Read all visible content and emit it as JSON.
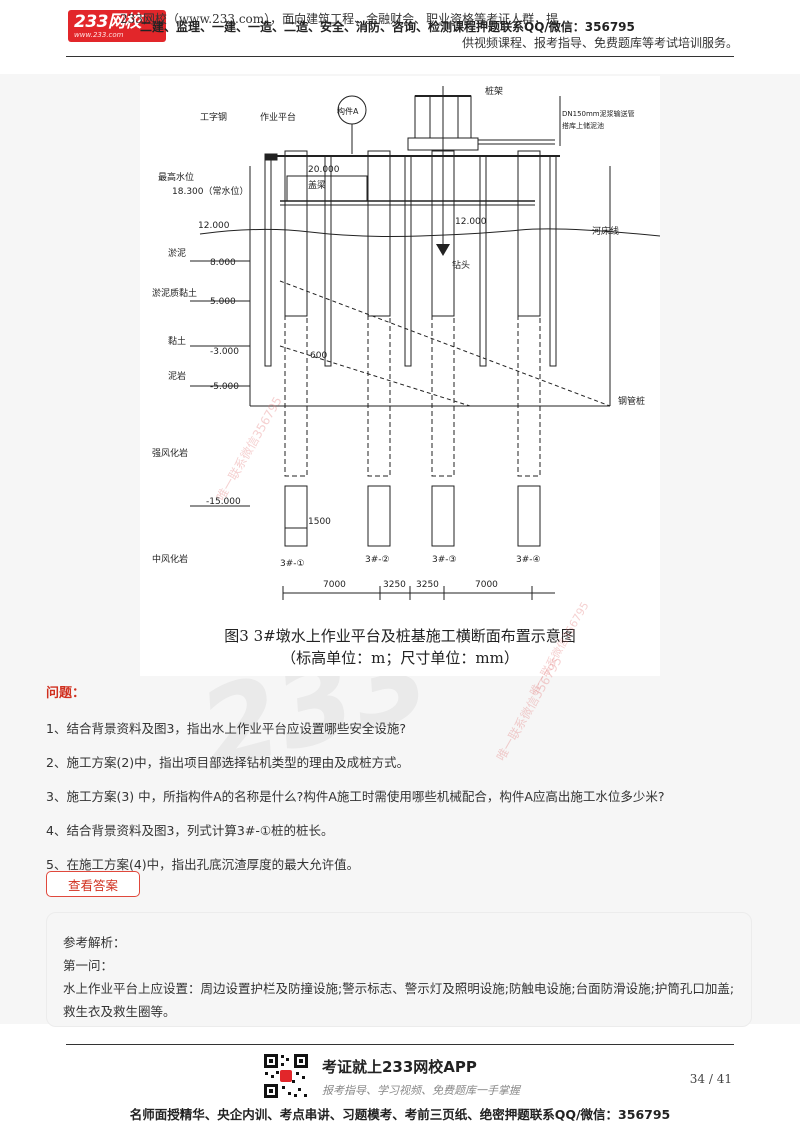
{
  "header": {
    "logo_main": "233网校",
    "logo_sub": "www.233.com",
    "line1": "233网校（www.233.com），面向建筑工程、金融财会、职业资格等考证人群，提",
    "line1_overlay": "二建、监理、一建、一造、二造、安全、消防、咨询、检测课程押题联系QQ/微信：356795",
    "line2": "供视频课程、报考指导、免费题库等考试培训服务。"
  },
  "figure": {
    "caption_line1": "图3  3#墩水上作业平台及桩基施工横断面布置示意图",
    "caption_line2": "（标高单位：m；尺寸单位：mm）",
    "labels": {
      "gongzigang": "工字钢",
      "zuoye_pingtai": "作业平台",
      "goujian_a": "构件A",
      "zhuangjia": "桩架",
      "pipe": "DN150mm泥浆输送管",
      "pipe2": "搭库上储泥池",
      "zuigao_shuiwei": "最高水位",
      "changshuiwei": "18.300（常水位）",
      "elev_20": "20.000",
      "dan_ceng": "盖梁",
      "elev_12a": "12.000",
      "elev_12b": "12.000",
      "heichuang": "河床线",
      "yuni": "淤泥",
      "elev_8": "8.000",
      "yunizhi": "淤泥质黏土",
      "elev_5": "5.000",
      "zuantou": "钻头",
      "niantu": "黏土",
      "elev_m3": "-3.000",
      "dim_600": "600",
      "niyan": "泥岩",
      "elev_m5": "-5.000",
      "gangguanzhuang": "钢管桩",
      "qiangfeng": "强风化岩",
      "elev_m15": "-15.000",
      "dim_1500": "1500",
      "zhongfeng": "中风化岩",
      "pile1": "3#-①",
      "pile2": "3#-②",
      "pile3": "3#-③",
      "pile4": "3#-④",
      "dim_7000a": "7000",
      "dim_3250a": "3250",
      "dim_3250b": "3250",
      "dim_7000b": "7000"
    }
  },
  "watermarks": {
    "wm1": "唯一联系微信356795",
    "wm2": "唯一联系微信356795",
    "wm3": "唯一联系微信356795"
  },
  "questions": {
    "title": "问题：",
    "items": [
      "1、结合背景资料及图3，指出水上作业平台应设置哪些安全设施?",
      "2、施工方案(2)中，指出项目部选择钻机类型的理由及成桩方式。",
      "3、施工方案(3) 中，所指构件A的名称是什么?构件A施工时需使用哪些机械配合，构件A应高出施工水位多少米?",
      "4、结合背景资料及图3，列式计算3#-①桩的桩长。",
      "5、在施工方案(4)中，指出孔底沉渣厚度的最大允许值。"
    ],
    "answer_button": "查看答案"
  },
  "analysis": {
    "label": "参考解析：",
    "sub": "第一问：",
    "text": "水上作业平台上应设置：周边设置护栏及防撞设施;警示标志、警示灯及照明设施;防触电设施;台面防滑设施;护筒孔口加盖;救生衣及救生圈等。"
  },
  "footer": {
    "app_title": "考证就上233网校APP",
    "app_sub": "报考指导、学习视频、免费题库一手掌握",
    "page_num": "34 / 41",
    "bottom_text": "名师面授精华、央企内训、考点串讲、习题模考、考前三页纸、绝密押题联系QQ/微信：356795"
  },
  "colors": {
    "brand_red": "#e2262a",
    "question_red": "#d0301f",
    "content_bg": "#f6f6f6"
  }
}
